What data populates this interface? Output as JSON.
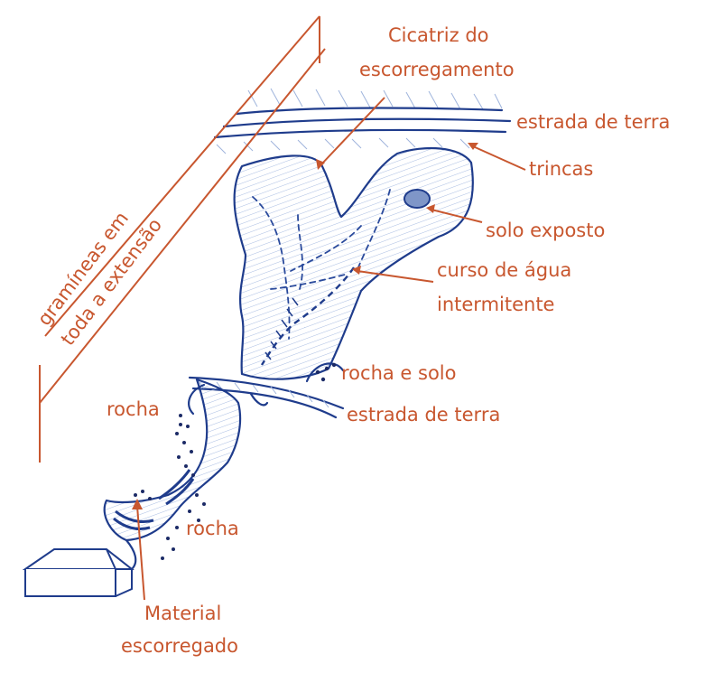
{
  "labels": {
    "cicatriz_line1": "Cicatriz do",
    "cicatriz_line2": "escorregamento",
    "estrada_top": "estrada de terra",
    "trincas": "trincas",
    "solo_exposto": "solo exposto",
    "curso_line1": "curso de água",
    "curso_line2": "intermitente",
    "rocha_e_solo": "rocha e solo",
    "estrada_bottom": "estrada de terra",
    "rocha_left": "rocha",
    "rocha_bottom": "rocha",
    "material_line1": "Material",
    "material_line2": "escorregado",
    "gramineas_line1": "gramíneas em",
    "gramineas_line2": "toda a extensão"
  },
  "colors": {
    "label": "#c8572f",
    "ink": "#1f3c8c",
    "shade": "#9fb4dc"
  }
}
